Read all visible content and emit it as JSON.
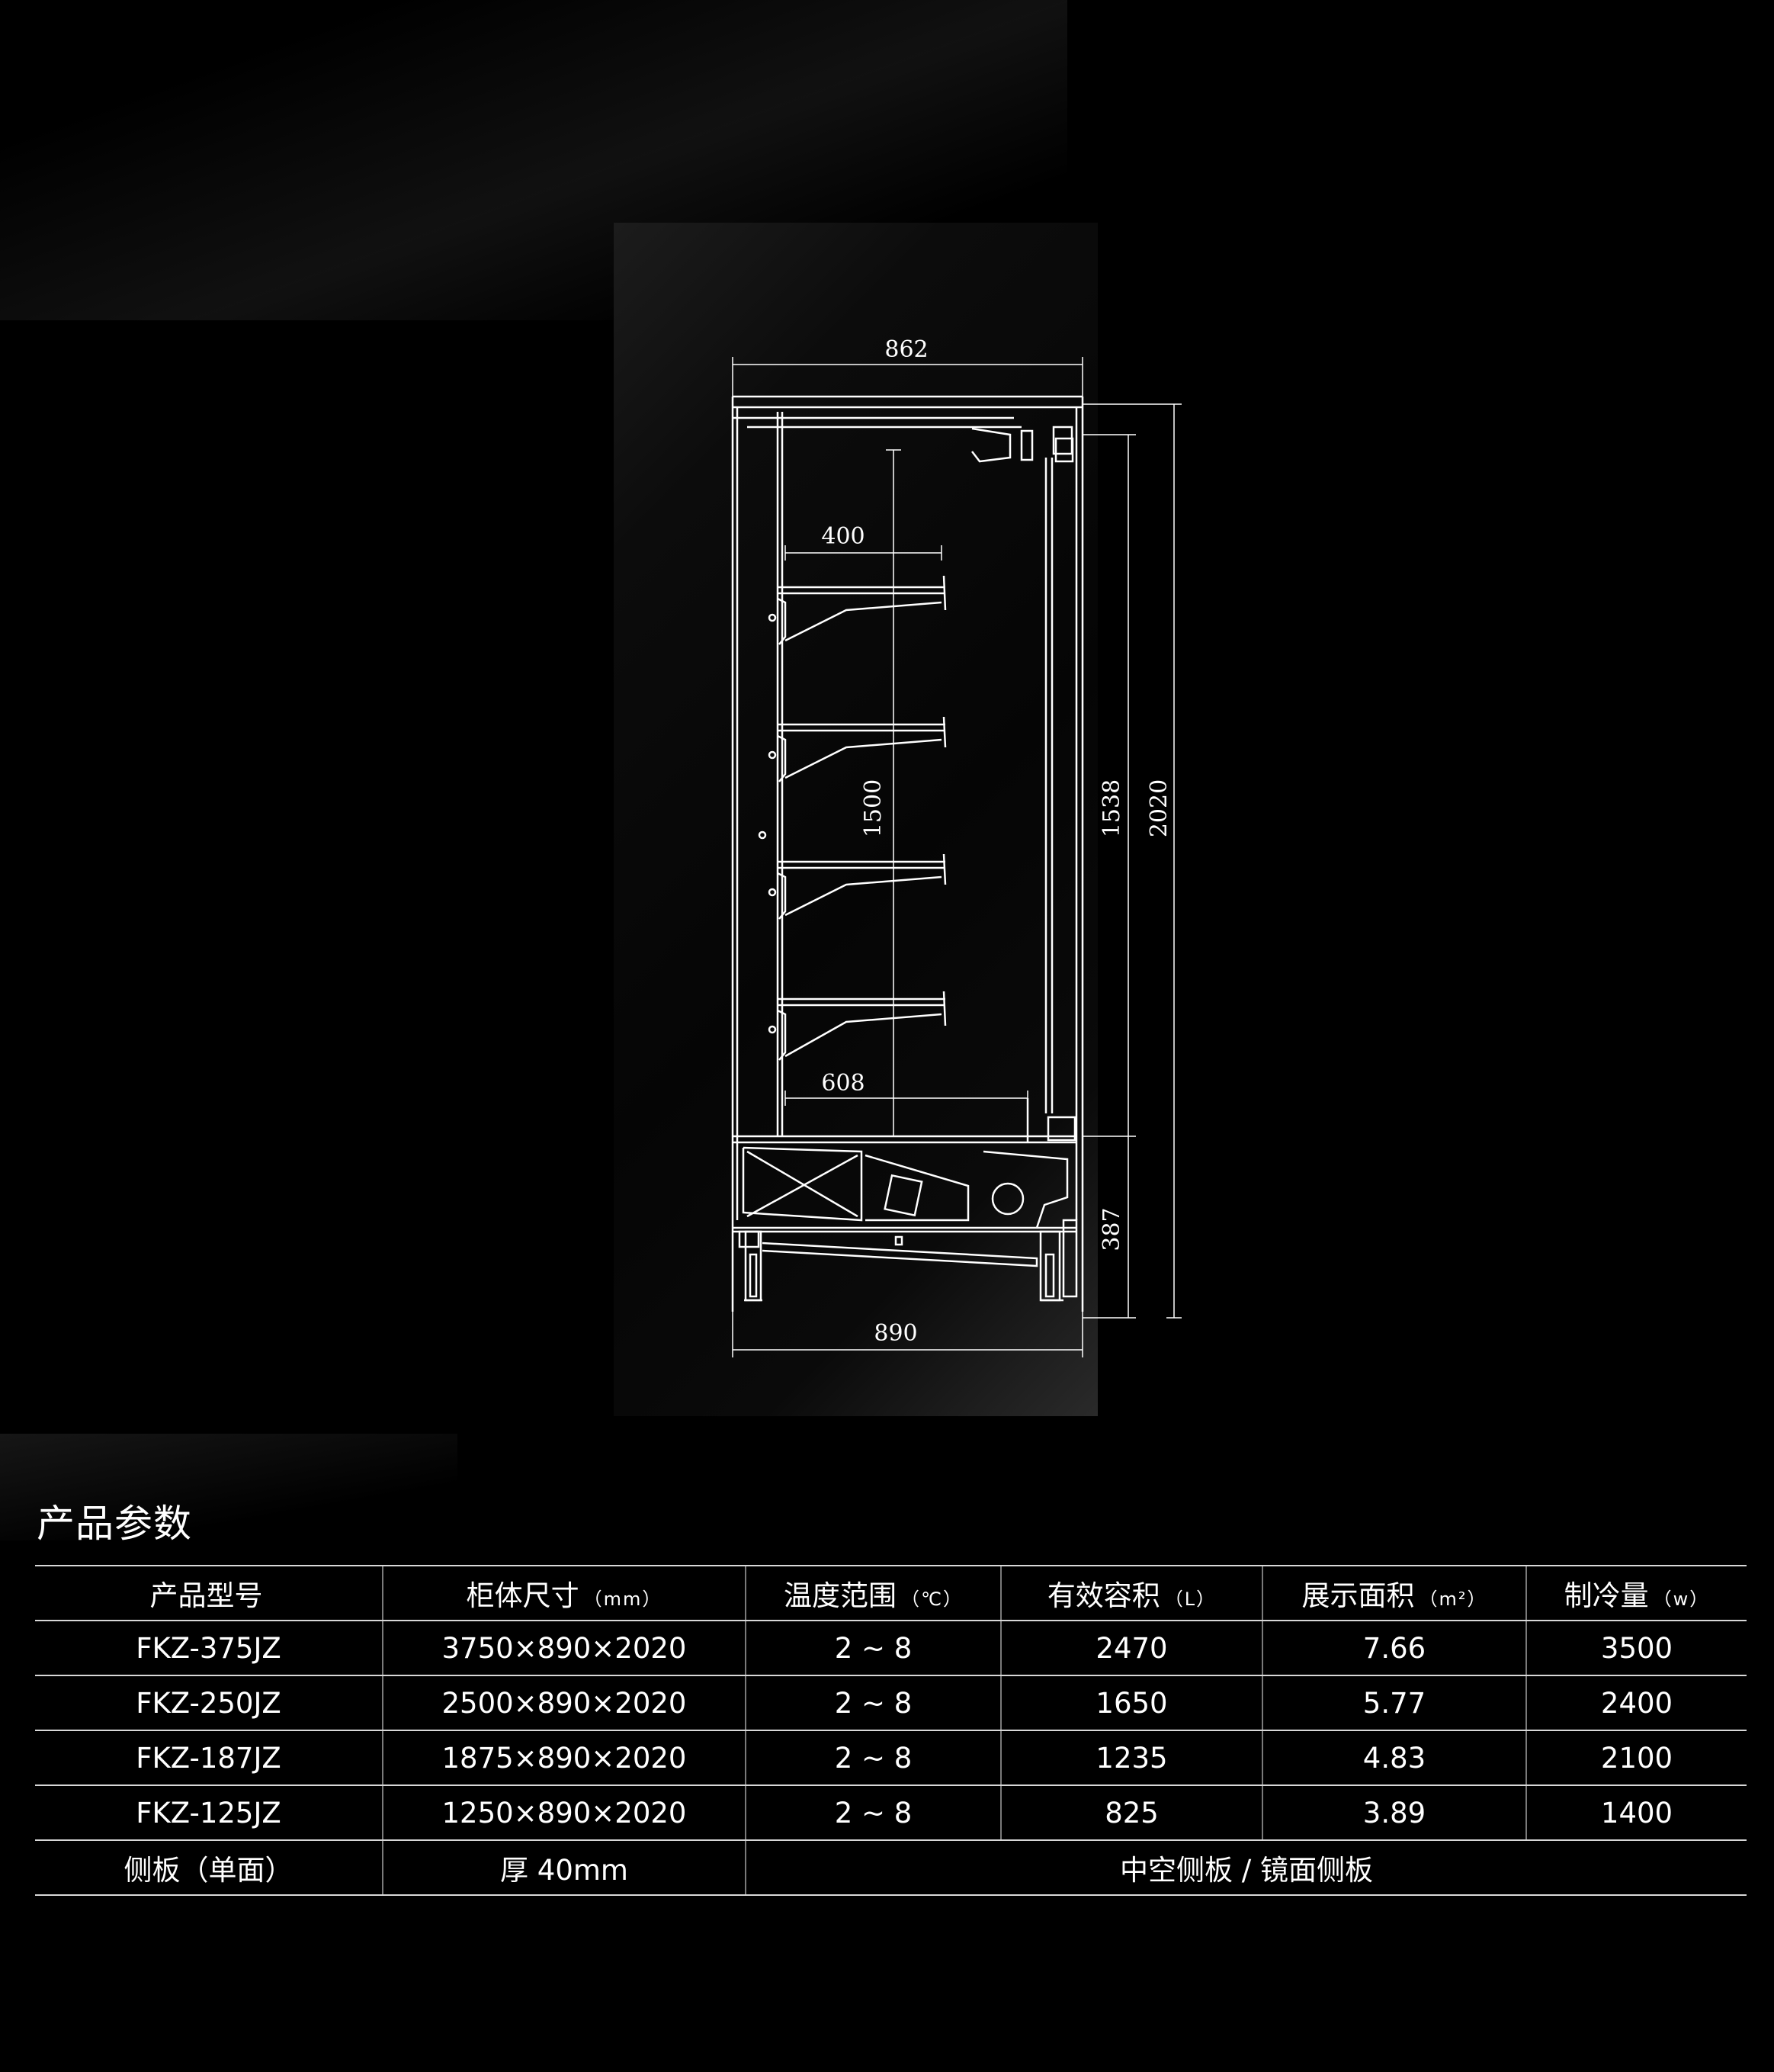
{
  "drawing": {
    "dimensions": {
      "top_width": "862",
      "shelf_depth": "400",
      "inner_height": "1500",
      "bottom_depth": "608",
      "display_height": "1538",
      "total_height": "2020",
      "base_height": "387",
      "total_depth": "890"
    }
  },
  "params": {
    "title": "产品参数",
    "headers": [
      {
        "label": "产品型号",
        "unit": ""
      },
      {
        "label": "柜体尺寸",
        "unit": "（mm）"
      },
      {
        "label": "温度范围",
        "unit": "（℃）"
      },
      {
        "label": "有效容积",
        "unit": "（L）"
      },
      {
        "label": "展示面积",
        "unit": "（m²）"
      },
      {
        "label": "制冷量",
        "unit": "（w）"
      }
    ],
    "rows": [
      [
        "FKZ-375JZ",
        "3750×890×2020",
        "2 ~ 8",
        "2470",
        "7.66",
        "3500"
      ],
      [
        "FKZ-250JZ",
        "2500×890×2020",
        "2 ~ 8",
        "1650",
        "5.77",
        "2400"
      ],
      [
        "FKZ-187JZ",
        "1875×890×2020",
        "2 ~ 8",
        "1235",
        "4.83",
        "2100"
      ],
      [
        "FKZ-125JZ",
        "1250×890×2020",
        "2 ~ 8",
        "825",
        "3.89",
        "1400"
      ]
    ],
    "side_panel": {
      "label": "侧板（单面）",
      "thickness": "厚 40mm",
      "options": "中空侧板 / 镜面侧板"
    }
  }
}
